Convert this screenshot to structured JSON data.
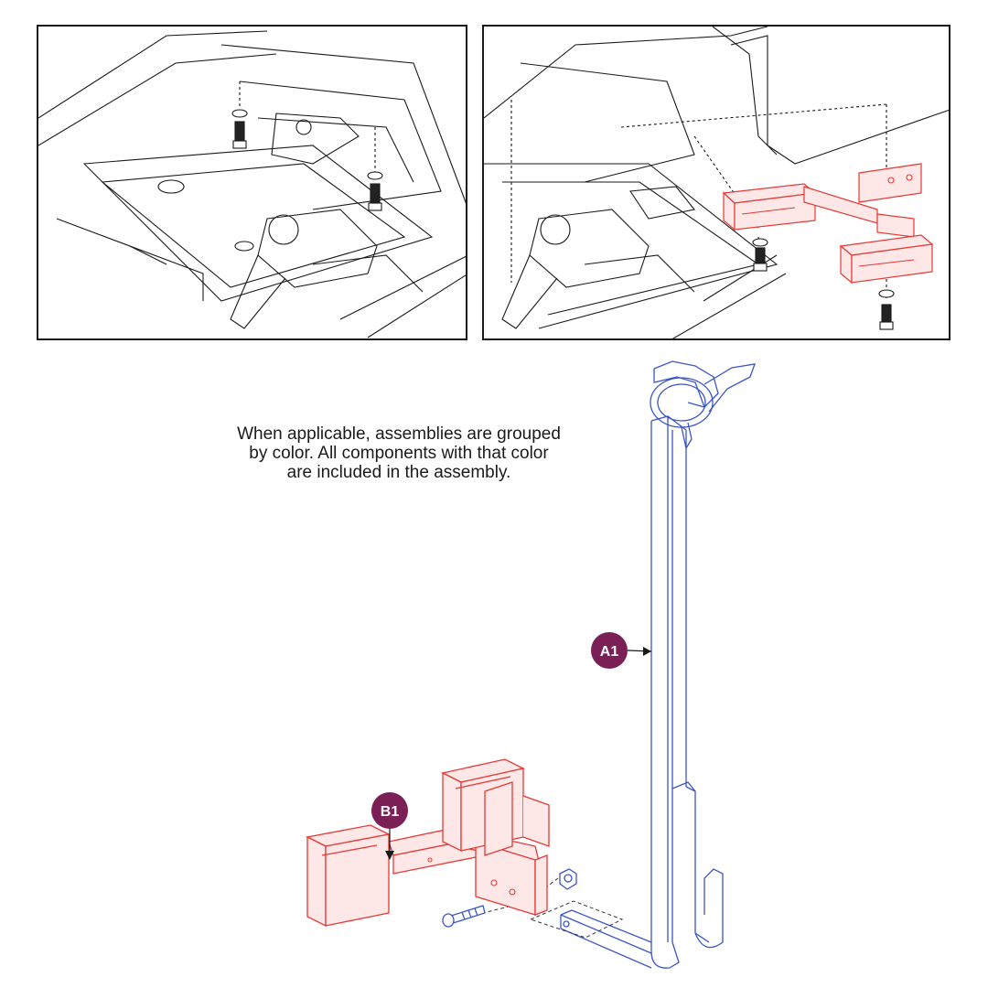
{
  "note": {
    "line1": "When applicable, assemblies are grouped",
    "line2": "by color. All components with that color",
    "line3": "are included in the assembly."
  },
  "callouts": {
    "a1": "A1",
    "b1": "B1"
  },
  "colors": {
    "outline": "#1a1a1a",
    "assembly_a": "#3b55c7",
    "assembly_b": "#e53935",
    "assembly_b_fill": "#fde7e7",
    "callout_badge": "#7b1f57",
    "callout_text": "#ffffff"
  }
}
